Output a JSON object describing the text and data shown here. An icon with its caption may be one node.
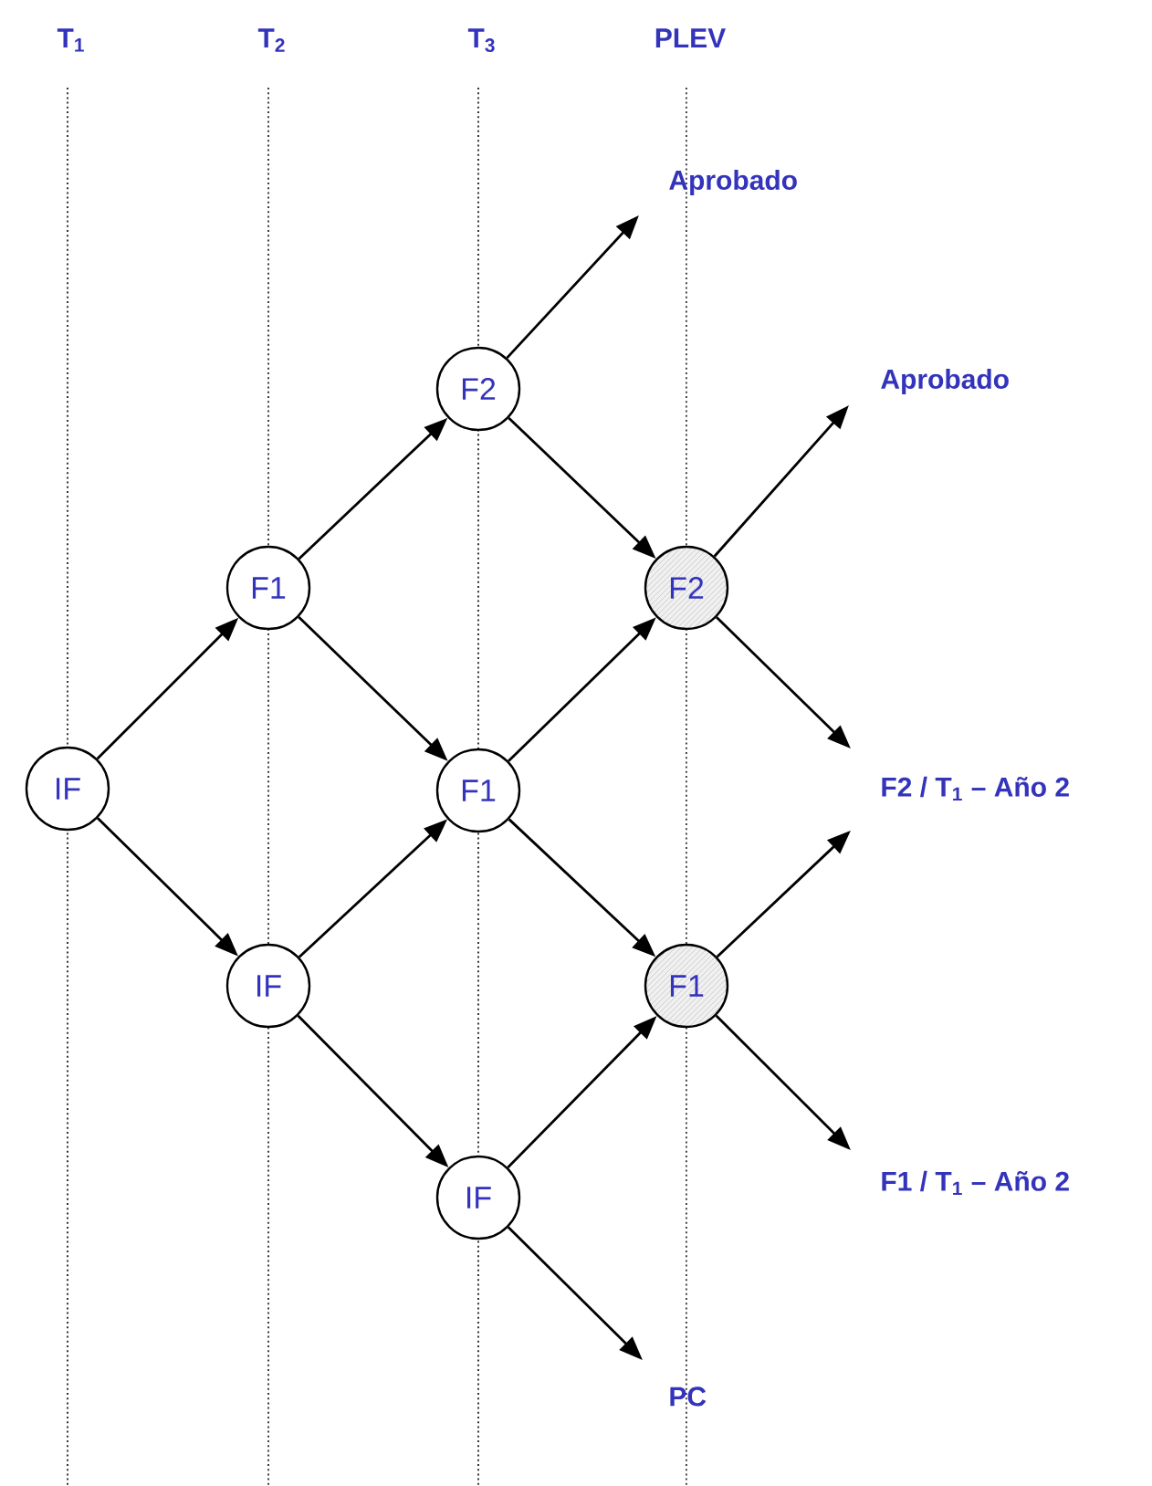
{
  "diagram": {
    "nodes": [
      {
        "text": [
          "IF"
        ]
      },
      {
        "text": [
          "F1"
        ]
      },
      {
        "text": [
          "IF"
        ]
      },
      {
        "text": [
          "F2"
        ]
      },
      {
        "text": [
          "F1"
        ]
      },
      {
        "text": [
          "IF"
        ]
      },
      {
        "text": [
          "F2"
        ]
      },
      {
        "text": [
          "F1"
        ]
      },
      {
        "text": [
          "Aprobado"
        ]
      },
      {
        "text": [
          "Aprobado"
        ]
      },
      {
        "text": [
          "F2 / T$_{1}$ – Año 2"
        ]
      },
      {
        "text": [
          "F1 / T$_{1}$ – Año 2"
        ]
      },
      {
        "text": [
          "PC"
        ]
      }
    ],
    "edges": [
      {
        "from": 0,
        "to": 1,
        "arrow": "to"
      },
      {
        "from": 0,
        "to": 2,
        "arrow": "to"
      },
      {
        "from": 1,
        "to": 3,
        "arrow": "to"
      },
      {
        "from": 1,
        "to": 4,
        "arrow": "to"
      },
      {
        "from": 2,
        "to": 4,
        "arrow": "to"
      },
      {
        "from": 2,
        "to": 5,
        "arrow": "to"
      },
      {
        "from": 3,
        "to": 8,
        "arrow": "to"
      },
      {
        "from": 3,
        "to": 6,
        "arrow": "to"
      },
      {
        "from": 4,
        "to": 6,
        "arrow": "to"
      },
      {
        "from": 4,
        "to": 7,
        "arrow": "to"
      },
      {
        "from": 5,
        "to": 7,
        "arrow": "to"
      },
      {
        "from": 5,
        "to": 12,
        "arrow": "to"
      },
      {
        "from": 6,
        "to": 9,
        "arrow": "to"
      },
      {
        "from": 6,
        "to": 10,
        "arrow": "to"
      },
      {
        "from": 7,
        "to": 10,
        "arrow": "to"
      },
      {
        "from": 7,
        "to": 11,
        "arrow": "to"
      }
    ],
    "labels": [
      "T$_{1}$",
      "T$_{2}$",
      "T$_{3}$",
      "PLEV"
    ]
  }
}
